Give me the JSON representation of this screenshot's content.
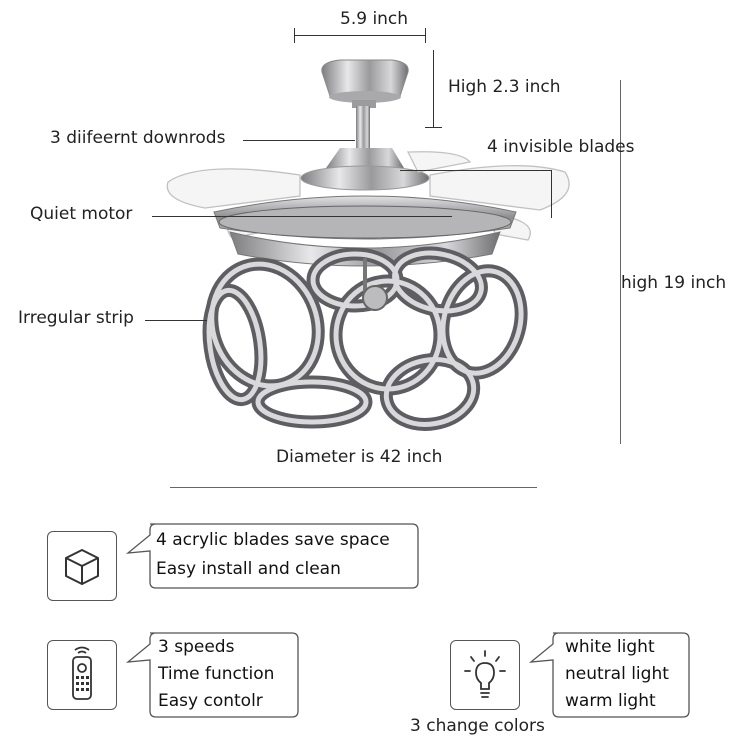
{
  "dimensions": {
    "width": "5.9 inch",
    "height_canopy": "High 2.3 inch",
    "height_total": "high 19 inch",
    "diameter": "Diameter is 42 inch"
  },
  "callouts": {
    "downrods": "3 diifeernt downrods",
    "blades": "4 invisible blades",
    "motor": "Quiet motor",
    "strip": "Irregular strip"
  },
  "features": {
    "blades_box": {
      "icon": "cube-icon",
      "lines": [
        "4 acrylic blades save space",
        "Easy install and clean"
      ]
    },
    "remote_box": {
      "icon": "remote-control-icon",
      "lines": [
        "3 speeds",
        "Time function",
        "Easy contolr"
      ]
    },
    "light_box": {
      "icon": "light-bulb-icon",
      "lines": [
        "white light",
        "neutral light",
        "warm light"
      ],
      "caption": "3 change colors"
    }
  }
}
